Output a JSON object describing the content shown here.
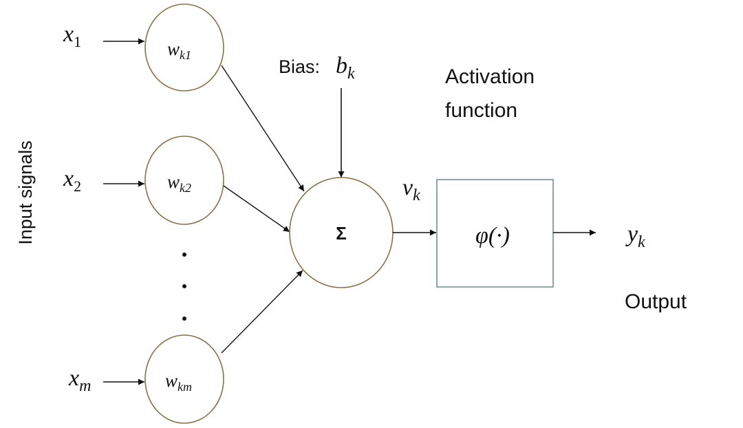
{
  "colors": {
    "circle_stroke": "#8a7048",
    "box_stroke": "#6f8f95",
    "arrow": "#111111",
    "text": "#111111"
  },
  "side_label": "Input signals",
  "inputs": [
    {
      "name": "x",
      "sub": "1",
      "weight": "w",
      "weight_sub": "k1"
    },
    {
      "name": "x",
      "sub": "2",
      "weight": "w",
      "weight_sub": "k2"
    },
    {
      "name": "x",
      "sub": "m",
      "weight": "w",
      "weight_sub": "km"
    }
  ],
  "bias": {
    "label": "Bias:",
    "symbol": "b",
    "sub": "k"
  },
  "summation": {
    "symbol": "Σ"
  },
  "induced_field": {
    "symbol": "v",
    "sub": "k"
  },
  "activation": {
    "title_line1": "Activation",
    "title_line2": "function",
    "symbol": "φ(·)"
  },
  "output": {
    "symbol": "y",
    "sub": "k",
    "label": "Output"
  }
}
